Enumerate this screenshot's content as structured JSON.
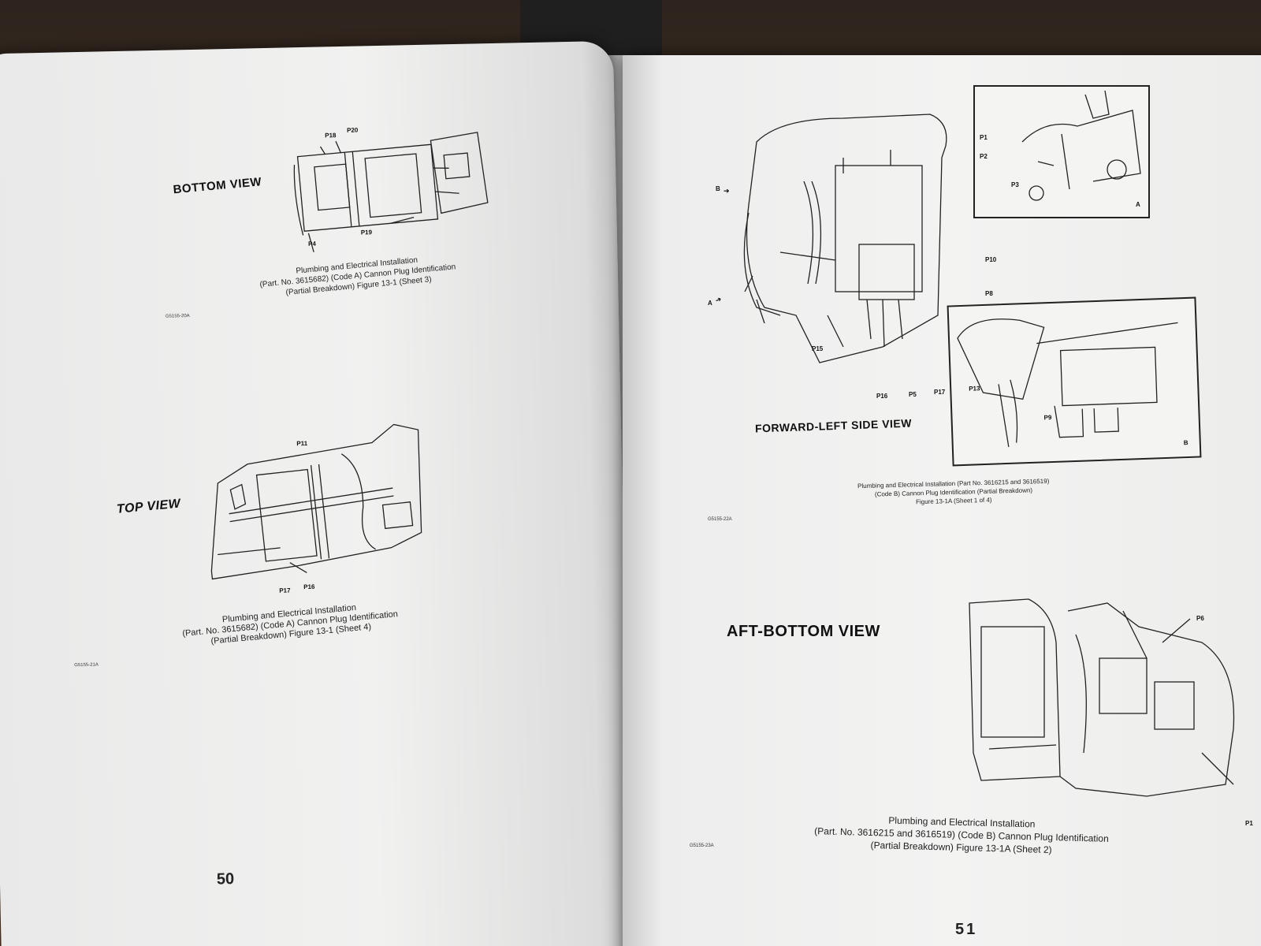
{
  "left_page": {
    "bottom_view": {
      "title": "BOTTOM VIEW",
      "plugs": [
        "P18",
        "P20",
        "P19",
        "P4"
      ],
      "caption": [
        "Plumbing and Electrical Installation",
        "(Part. No. 3615682) (Code A) Cannon Plug Identification",
        "(Partial Breakdown) Figure 13-1 (Sheet 3)"
      ],
      "code": "G5155-20A"
    },
    "top_view": {
      "title": "TOP VIEW",
      "plugs": [
        "P11",
        "P17",
        "P16"
      ],
      "caption": [
        "Plumbing and Electrical Installation",
        "(Part. No. 3615682) (Code A) Cannon Plug Identification",
        "(Partial Breakdown) Figure 13-1 (Sheet 4)"
      ],
      "code": "G5155-21A"
    },
    "page_number": "50"
  },
  "right_page": {
    "forward_view": {
      "title": "FORWARD-LEFT SIDE VIEW",
      "plugs": [
        "P10",
        "P8",
        "P15",
        "P16",
        "P5",
        "P17"
      ],
      "arrows": [
        "B",
        "A"
      ],
      "inset_a": {
        "plugs": [
          "P1",
          "P2",
          "P3"
        ],
        "label": "A"
      },
      "inset_b": {
        "plugs": [
          "P13",
          "P9"
        ],
        "label": "B"
      },
      "caption": [
        "Plumbing and Electrical Installation (Part No. 3616215 and 3616519)",
        "(Code B) Cannon Plug Identification (Partial Breakdown)",
        "Figure 13-1A (Sheet 1 of 4)"
      ],
      "code": "G5155-22A"
    },
    "aft_view": {
      "title": "AFT-BOTTOM VIEW",
      "plugs": [
        "P6",
        "P1"
      ],
      "caption": [
        "Plumbing and Electrical Installation",
        "(Part. No. 3616215 and 3616519) (Code B) Cannon Plug Identification",
        "(Partial Breakdown) Figure 13-1A (Sheet 2)"
      ],
      "code": "G5155-23A"
    },
    "page_number": "51"
  }
}
